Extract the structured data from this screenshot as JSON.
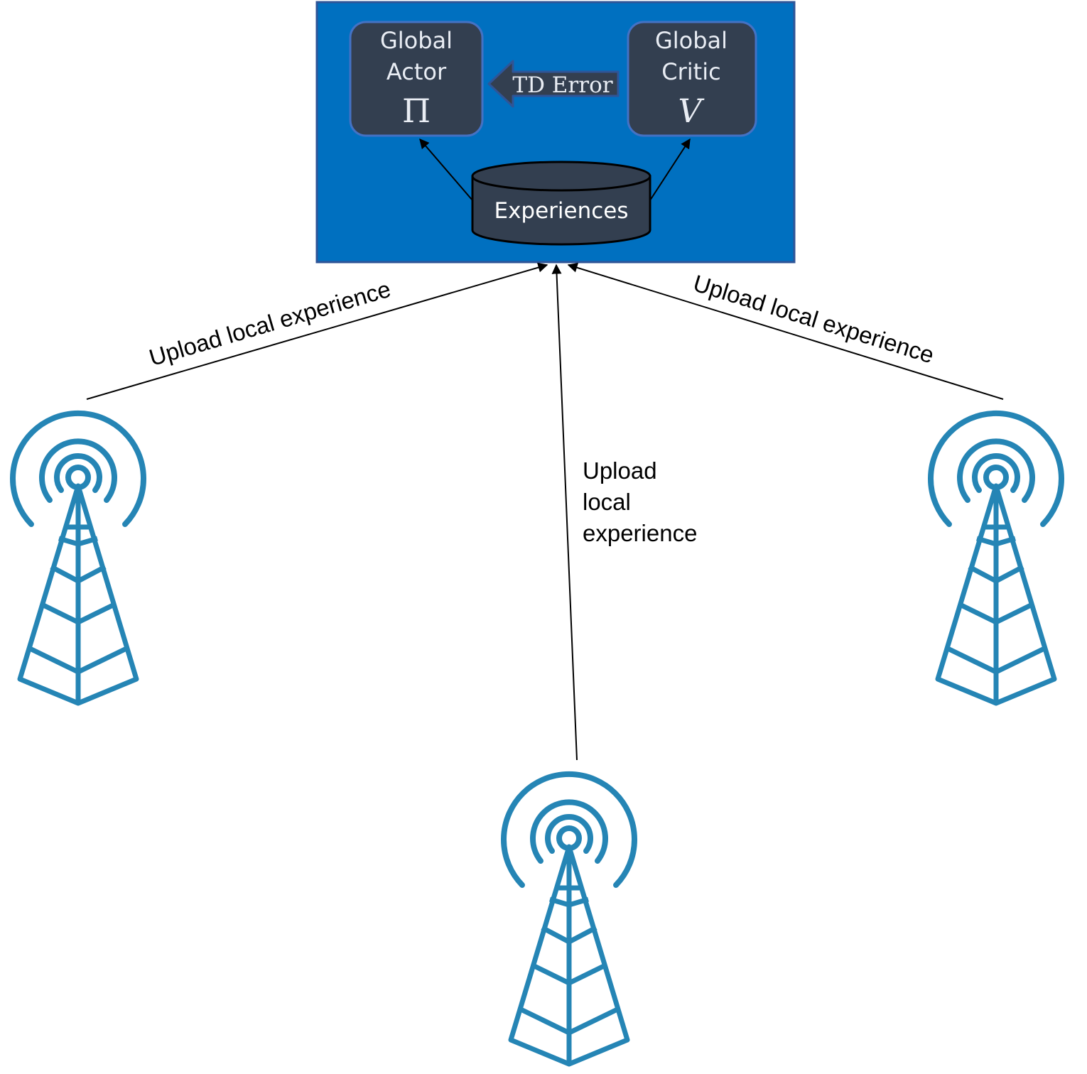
{
  "server": {
    "actor": {
      "line1": "Global",
      "line2": "Actor",
      "symbol": "Π"
    },
    "critic": {
      "line1": "Global",
      "line2": "Critic",
      "symbol": "V"
    },
    "td_error": "TD Error",
    "experiences": "Experiences"
  },
  "edges": {
    "left_label": "Upload local experience",
    "right_label": "Upload local experience",
    "middle_label": [
      "Upload",
      "local",
      "experience"
    ]
  },
  "icons": {
    "tower": "radio-tower-icon"
  },
  "colors": {
    "server_fill": "#0070c0",
    "server_border": "#2f5597",
    "node_fill": "#333f50",
    "node_border": "#4472c4",
    "tower": "#2585b5",
    "line": "#000000",
    "text_light": "#ffffff"
  }
}
